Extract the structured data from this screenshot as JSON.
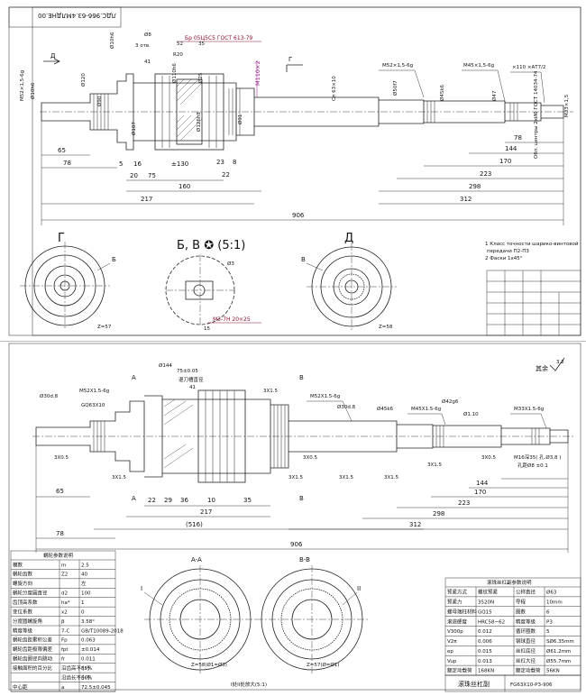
{
  "top_drawing": {
    "code_rotated": "ЛДС.966-63.4МЛДНЕ.00",
    "standard_note": "Бр 05Ц5С5 ГОСТ 613-79",
    "view_markers": {
      "d": "Д",
      "g": "Г"
    },
    "dims": {
      "d_m52": "M52×1,5-6g",
      "d_d16": "Ø10h6",
      "d_d120": "Ø120",
      "d_d90": "Ø90",
      "d_d8": "Ø8",
      "d_three": "3 отв.",
      "d_41": "41",
      "d_r20": "R20",
      "d_52": "52",
      "d_35": "35",
      "d_d110": "Ø110h6",
      "d_d25": "Ø25",
      "d_d107": "Ø107",
      "d_d126": "Ø126h8",
      "d_d91": "Ø91",
      "d_m110": "M110×2",
      "d_d63": "Cп 63×10",
      "d_m52b": "M52×1,5-6g",
      "d_d50": "Ø50f7",
      "d_d45": "Ø45k6",
      "d_m45": "M45×1,5-6g",
      "d_d47": "Ø47",
      "d_110": "×110 ×АТ7/2",
      "d_m33": "M33×1,5",
      "d_65": "65",
      "d_78": "78",
      "d_5": "5",
      "d_16": "16",
      "d_20": "20",
      "d_75": "75",
      "d_130": "±130",
      "d_23": "23",
      "d_8": "8",
      "d_22": "22",
      "d_160": "160",
      "d_217": "217",
      "d_906": "906",
      "d_78b": "78",
      "d_144": "144",
      "d_170": "170",
      "d_223": "223",
      "d_298": "298",
      "d_312": "312"
    },
    "section_labels": {
      "g": "Г",
      "b": "Б",
      "bv": "Б, В ✪ (5:1)",
      "d3": "Ø3",
      "m3": "M3-7H 20×25",
      "d15": "15",
      "v": "В",
      "dd": "Д",
      "z57": "Z=57",
      "z58": "Z=58"
    },
    "notes": [
      "1 Класс точности шарико-винтовой",
      "передачи П2-П3",
      "2 Фаски 1х45°"
    ],
    "tech_req": "Обл. центры 2хИ6 ГОСТ 14034-74"
  },
  "bottom_drawing": {
    "roughness_note": "其余",
    "roughness_val": "3.2",
    "section_markers": {
      "a": "A",
      "b": "B"
    },
    "dims": {
      "d_144": "Ø144",
      "d_75": "75±0.05",
      "d_m52": "M52X1.5-6g",
      "d_ts": "退刀槽直径",
      "d_41": "41",
      "d_3x15": "3X1.5",
      "d_gq": "GQ63X10",
      "d_304": "Ø30d.8",
      "d_m52b": "M52X1.5-6g",
      "d_30": "Ø30d.8",
      "d_45": "Ø45k6",
      "d_m45": "M45X1.5-6g",
      "d_42": "Ø42g6",
      "d_tr": "Ø1.10",
      "d_m33": "M33X1.5-6g",
      "d_m16": "M16深35( 孔.Ø3.8 )",
      "d_jd": "孔距Ø8 ±0.1",
      "d_3x05": "3X0.5",
      "d_3x05b": "3X0.5",
      "d_3x05c": "3X0.5",
      "d_3x15b": "3X1.5",
      "d_3x15c": "3X1.5",
      "d_3x15d": "3X1.5",
      "d_3x15e": "3X1.5",
      "d_3x15f": "3X1.5",
      "d_65": "65",
      "d_22": "22",
      "d_29": "29",
      "d_36": "36",
      "d_10": "10",
      "d_35": "35",
      "d_217": "217",
      "d_516": "(516)",
      "d_78": "78",
      "d_144b": "144",
      "d_170": "170",
      "d_223": "223",
      "d_298": "298",
      "d_312": "312",
      "d_906": "906"
    },
    "param_table": {
      "title": "蜗轮参数说明",
      "rows": [
        [
          "模数",
          "m",
          "2.5"
        ],
        [
          "蜗轮齿数",
          "Z2",
          "40"
        ],
        [
          "螺旋方向",
          "",
          "左"
        ],
        [
          "蜗轮分度圆直径",
          "d2",
          "100"
        ],
        [
          "齿顶高系数",
          "ha*",
          "1"
        ],
        [
          "变位系数",
          "x2",
          "0"
        ],
        [
          "分度圆螺旋角",
          "β",
          "3.58°"
        ],
        [
          "精度等级",
          "7-C",
          "GB/T10089-2018"
        ],
        [
          "蜗轮齿距累积公差",
          "Fp",
          "0.063"
        ],
        [
          "蜗轮齿距极限偏差",
          "fpt",
          "±0.014"
        ],
        [
          "蜗轮齿圈径向跳动",
          "fr",
          "0.011"
        ],
        [
          "接触面积的百分比",
          "沿齿高不小于",
          "55%"
        ],
        [
          "",
          "沿齿长不小于",
          "50%"
        ],
        [
          "中心距",
          "a",
          "72.5±0.045"
        ]
      ]
    },
    "screw_table": {
      "title": "滚珠丝杠副参数说明",
      "rows": [
        [
          "预紧方式",
          "螺纹预紧",
          "公称直径",
          "Ø63"
        ],
        [
          "预紧力",
          "3520N",
          "导程",
          "10mm"
        ],
        [
          "螺母端柱材料",
          "GQ15",
          "圈数",
          "6"
        ],
        [
          "滚道硬度",
          "HRC58~62",
          "精度等级",
          "P3"
        ],
        [
          "V300p",
          "0.012",
          "循环圈数",
          "5"
        ],
        [
          "V2π",
          "0.006",
          "钢球直径",
          "SØ6.35mm"
        ],
        [
          "ep",
          "0.015",
          "丝杠底径",
          "Ø61.2mm"
        ],
        [
          "Vup",
          "0.013",
          "丝杠大径",
          "Ø55.7mm"
        ],
        [
          "额定动载荷",
          "168KN",
          "额定动载荷",
          "56KN"
        ]
      ]
    },
    "sections": {
      "aa": "A-A",
      "bb": "B-B",
      "i": "I",
      "ii": "II",
      "z58": "Z=58(Ø1=Ø3)",
      "z57": "Z=57(Ø=Ø1)",
      "scale": "I处II处放大(5:1)"
    },
    "title_block": {
      "name": "滚珠丝杠副",
      "code": "FG63X10-P3-906"
    }
  }
}
